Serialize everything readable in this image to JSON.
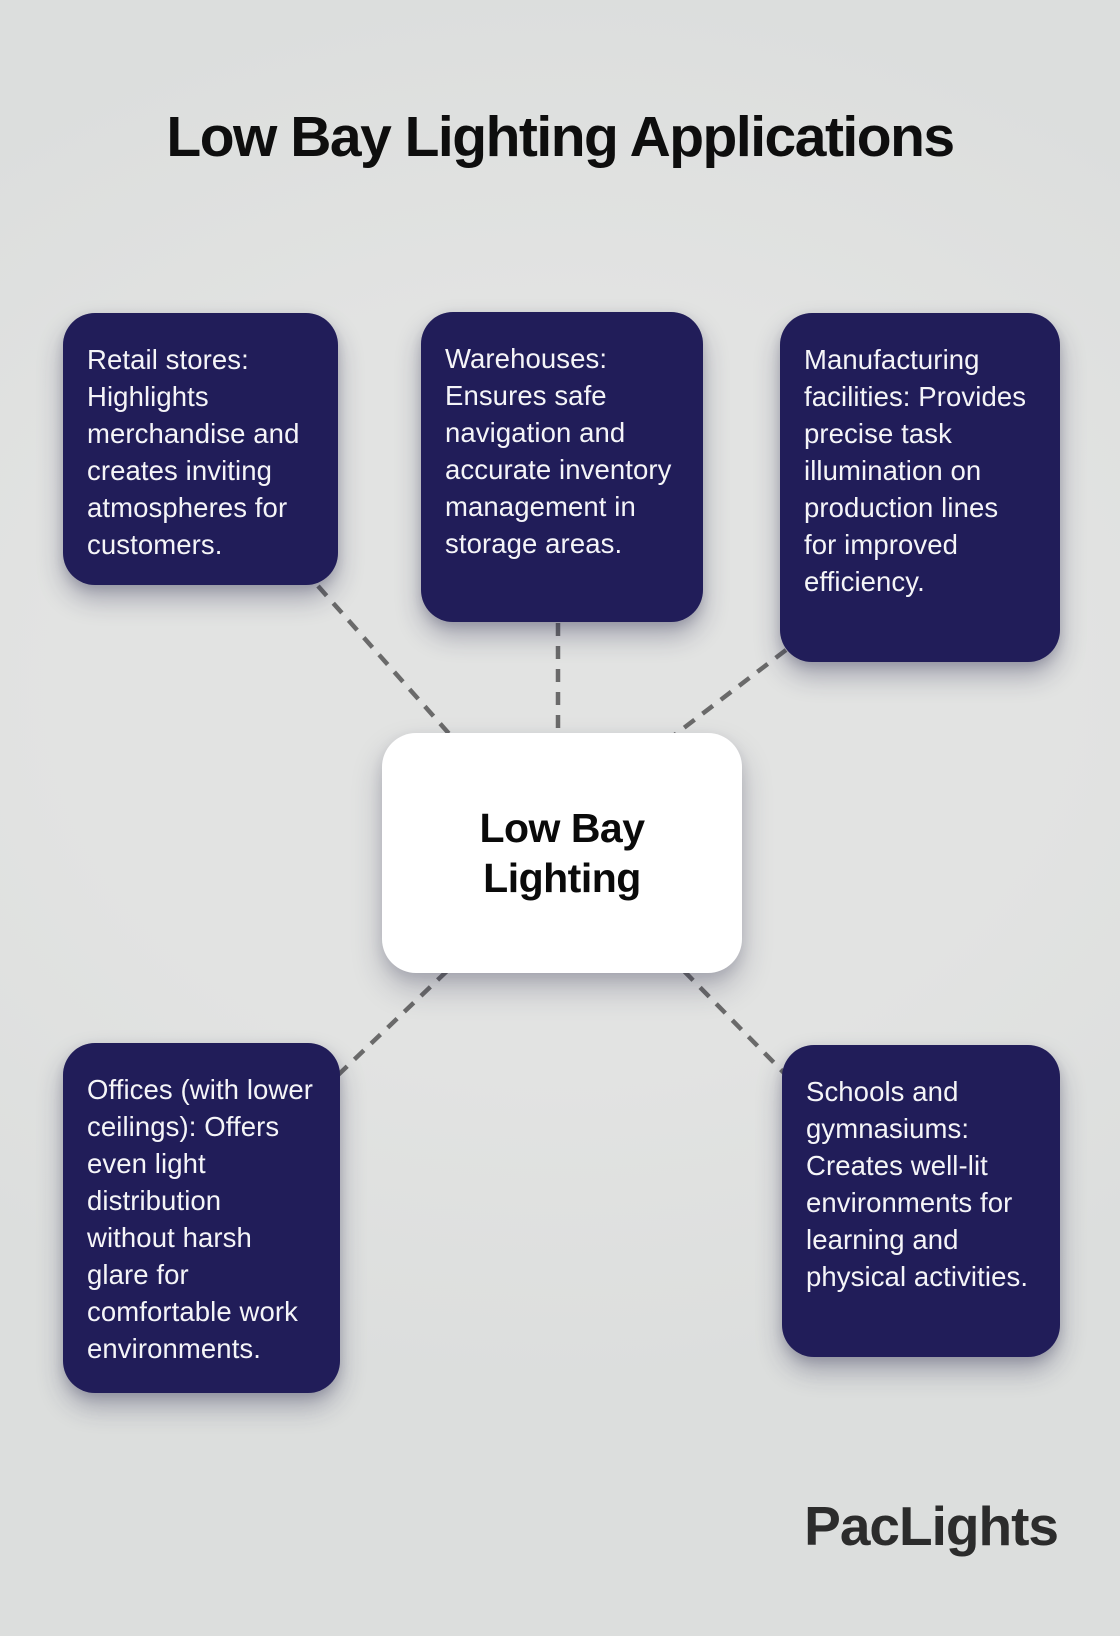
{
  "title": "Low Bay Lighting Applications",
  "center_node": {
    "label": "Low Bay Lighting"
  },
  "nodes": [
    {
      "id": "retail-stores",
      "text": "Retail stores: Highlights merchandise and creates inviting atmospheres for customers."
    },
    {
      "id": "warehouses",
      "text": "Warehouses: Ensures safe navigation and accurate inventory management in storage areas."
    },
    {
      "id": "manufacturing-facilities",
      "text": "Manufacturing facilities: Provides precise task illumination on production lines for improved efficiency."
    },
    {
      "id": "offices-lower-ceilings",
      "text": "Offices (with lower ceilings): Offers even light distribution without harsh glare for comfortable work environments."
    },
    {
      "id": "schools-gymnasiums",
      "text": "Schools and gymnasiums: Creates well-lit environments for learning and physical activities."
    }
  ],
  "branding": {
    "logo_text": "PacLights"
  },
  "colors": {
    "background": "#e2e3e2",
    "node_fill": "#211d59",
    "node_text": "#f5f5f8",
    "center_fill": "#ffffff",
    "center_text": "#0a0a0a",
    "title_text": "#0e0e0e",
    "connector": "#6a6a6a",
    "logo_text": "#2c2c2c"
  }
}
